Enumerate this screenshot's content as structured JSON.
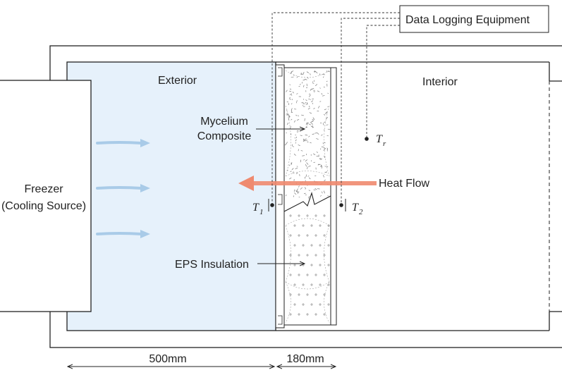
{
  "labels": {
    "exterior": "Exterior",
    "interior": "Interior",
    "freezer_line1": "Freezer",
    "freezer_line2": "(Cooling Source)",
    "mycelium_line1": "Mycelium",
    "mycelium_line2": "Composite",
    "eps": "EPS Insulation",
    "heat_flow": "Heat Flow",
    "data_logging": "Data Logging Equipment",
    "dim_exterior": "500mm",
    "dim_wall": "180mm"
  },
  "sensors": {
    "t1": {
      "symbol": "T",
      "sub": "1"
    },
    "t2": {
      "symbol": "T",
      "sub": "2"
    },
    "tr": {
      "symbol": "T",
      "sub": "r"
    }
  },
  "colors": {
    "exterior_fill": "#e6f1fb",
    "cold_arrow": "#a9cbe8",
    "heat_arrow": "#ef8a6f",
    "line": "#222222"
  }
}
